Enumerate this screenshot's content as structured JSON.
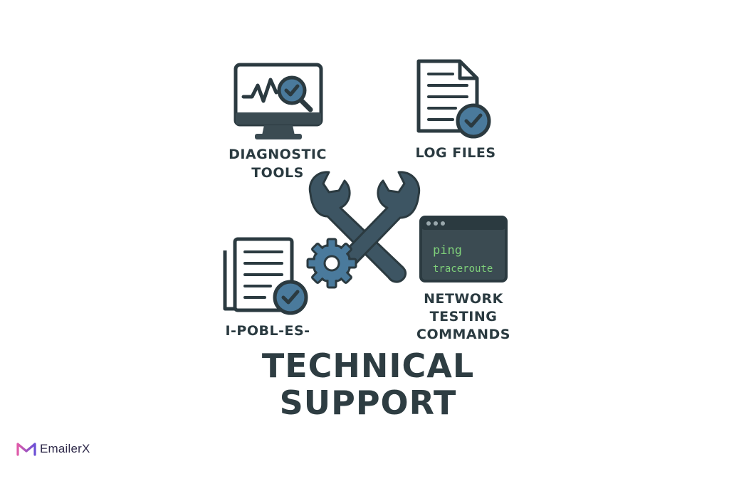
{
  "title": {
    "line1": "TECHNICAL",
    "line2": "SUPPORT"
  },
  "items": [
    {
      "key": "diagnostic",
      "label_lines": [
        "DIAGNOSTIC",
        "TOOLS"
      ],
      "icon": "monitor-magnifier-check-icon"
    },
    {
      "key": "logs",
      "label_lines": [
        "LOG FILES"
      ],
      "icon": "document-check-icon"
    },
    {
      "key": "problems",
      "label_lines": [
        "I-POBL-ES-"
      ],
      "icon": "stacked-documents-check-icon"
    },
    {
      "key": "network",
      "label_lines": [
        "NETWORK",
        "TESTING",
        "COMMANDS"
      ],
      "icon": "terminal-window-icon"
    }
  ],
  "terminal": {
    "line1": "ping",
    "line2": "traceroute"
  },
  "center_icon": "wrench-screwdriver-gear-icon",
  "brand": {
    "name": "EmailerX",
    "logo_icon": "emailerx-m-logo-icon"
  },
  "colors": {
    "outline": "#2b3a40",
    "accent": "#4a7a9c",
    "tool": "#3d5563",
    "terminal_bg": "#3b4b52",
    "terminal_text": "#7fd07a",
    "brand_gradient_start": "#e05aa8",
    "brand_gradient_end": "#6a4fd6"
  }
}
